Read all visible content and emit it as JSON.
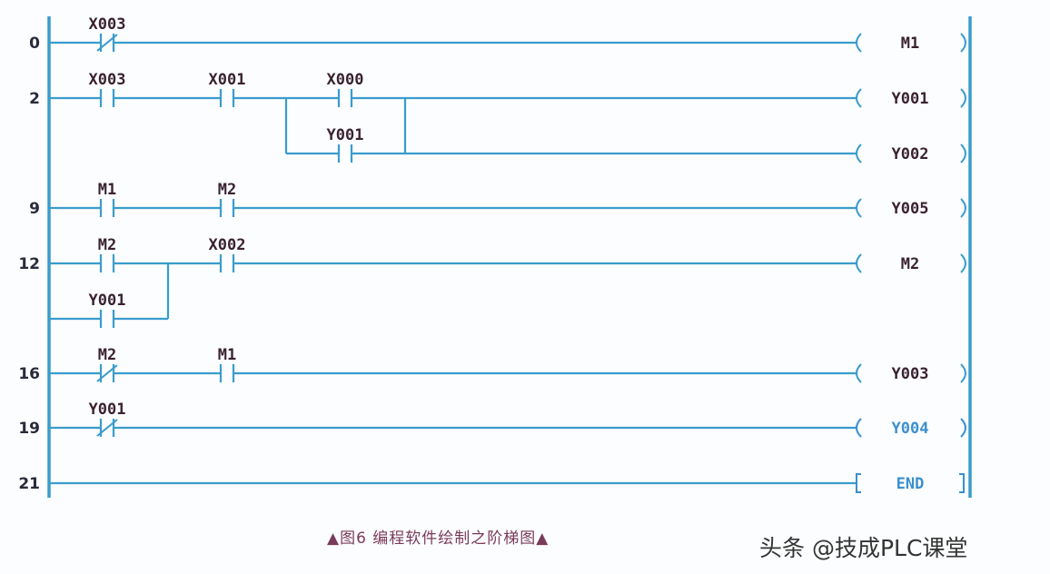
{
  "colors": {
    "wire": "#3a9ccc",
    "label": "#3a2230",
    "coil_highlight": "#3b8fd0"
  },
  "rungs": [
    {
      "step": "0",
      "contacts": [
        {
          "label": "X003",
          "type": "NC",
          "col": 0
        }
      ],
      "coil": "M1"
    },
    {
      "step": "2",
      "contacts": [
        {
          "label": "X003",
          "type": "NO",
          "col": 0
        },
        {
          "label": "X001",
          "type": "NO",
          "col": 1
        },
        {
          "label": "X000",
          "type": "NO",
          "col": 2
        }
      ],
      "coil": "Y001",
      "branch": {
        "contacts": [
          {
            "label": "Y001",
            "type": "NO",
            "col": 2
          }
        ],
        "coil": "Y002"
      }
    },
    {
      "step": "9",
      "contacts": [
        {
          "label": "M1",
          "type": "NO",
          "col": 0
        },
        {
          "label": "M2",
          "type": "NO",
          "col": 1
        }
      ],
      "coil": "Y005"
    },
    {
      "step": "12",
      "contacts": [
        {
          "label": "M2",
          "type": "NO",
          "col": 0
        },
        {
          "label": "X002",
          "type": "NO",
          "col": 1
        }
      ],
      "coil": "M2",
      "branch": {
        "contacts": [
          {
            "label": "Y001",
            "type": "NO",
            "col": 0
          }
        ]
      }
    },
    {
      "step": "16",
      "contacts": [
        {
          "label": "M2",
          "type": "NC",
          "col": 0
        },
        {
          "label": "M1",
          "type": "NO",
          "col": 1
        }
      ],
      "coil": "Y003"
    },
    {
      "step": "19",
      "contacts": [
        {
          "label": "Y001",
          "type": "NC",
          "col": 0
        }
      ],
      "coil": "Y004",
      "highlight": true
    },
    {
      "step": "21",
      "contacts": [],
      "coil": "END",
      "instruction": true,
      "highlight": true
    }
  ],
  "caption": "▲图6 编程软件绘制之阶梯图▲",
  "watermark": "头条 @技成PLC课堂"
}
